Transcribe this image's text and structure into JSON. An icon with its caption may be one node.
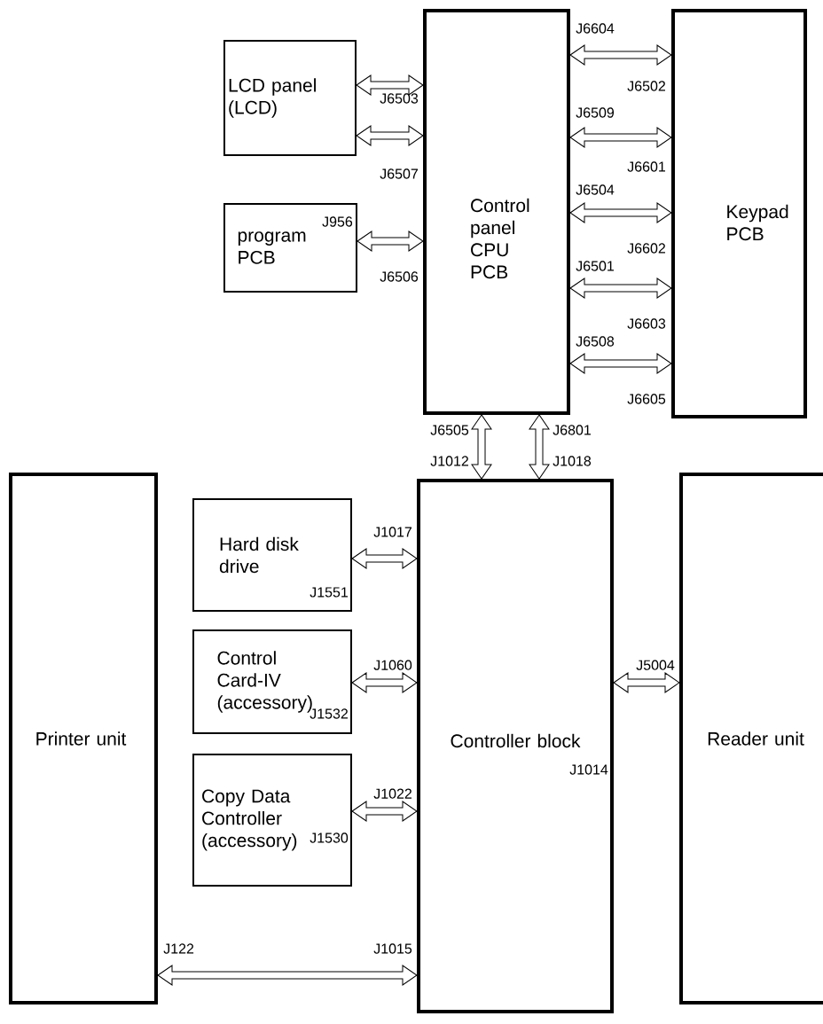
{
  "diagram": {
    "nodes": [
      {
        "text": [
          "LCD panel (LCD)"
        ]
      },
      {
        "text": [
          "program PCB"
        ]
      },
      {
        "text": [
          "Control panel CPU PCB"
        ]
      },
      {
        "text": [
          "Keypad PCB"
        ]
      },
      {
        "text": [
          "Printer unit"
        ]
      },
      {
        "text": [
          "Hard disk drive"
        ]
      },
      {
        "text": [
          "Control Card-IV (accessory)"
        ]
      },
      {
        "text": [
          "Copy Data Controller (accessory)"
        ]
      },
      {
        "text": [
          "Controller block"
        ]
      },
      {
        "text": [
          "Reader unit"
        ]
      }
    ],
    "edges": [
      {
        "from": 0,
        "to": 2,
        "arrow": "both"
      },
      {
        "from": 0,
        "to": 2,
        "arrow": "both"
      },
      {
        "from": 1,
        "to": 2,
        "arrow": "both"
      },
      {
        "from": 2,
        "to": 3,
        "arrow": "both"
      },
      {
        "from": 2,
        "to": 3,
        "arrow": "both"
      },
      {
        "from": 2,
        "to": 3,
        "arrow": "both"
      },
      {
        "from": 2,
        "to": 3,
        "arrow": "both"
      },
      {
        "from": 2,
        "to": 3,
        "arrow": "both"
      },
      {
        "from": 2,
        "to": 8,
        "arrow": "both"
      },
      {
        "from": 2,
        "to": 8,
        "arrow": "both"
      },
      {
        "from": 5,
        "to": 8,
        "arrow": "both"
      },
      {
        "from": 6,
        "to": 8,
        "arrow": "both"
      },
      {
        "from": 7,
        "to": 8,
        "arrow": "both"
      },
      {
        "from": 4,
        "to": 8,
        "arrow": "both"
      },
      {
        "from": 8,
        "to": 9,
        "arrow": "both"
      }
    ],
    "labels": [
      "J6604",
      "J6503",
      "J6502",
      "J6509",
      "J6507",
      "J6601",
      "J6504",
      "J956",
      "J6602",
      "J6501",
      "J6506",
      "J6603",
      "J6508",
      "J6605",
      "J6505",
      "J6801",
      "J1012",
      "J1018",
      "J1017",
      "J1551",
      "J1060",
      "J5004",
      "J1532",
      "J1014",
      "J1022",
      "J1530",
      "J122",
      "J1015"
    ]
  }
}
